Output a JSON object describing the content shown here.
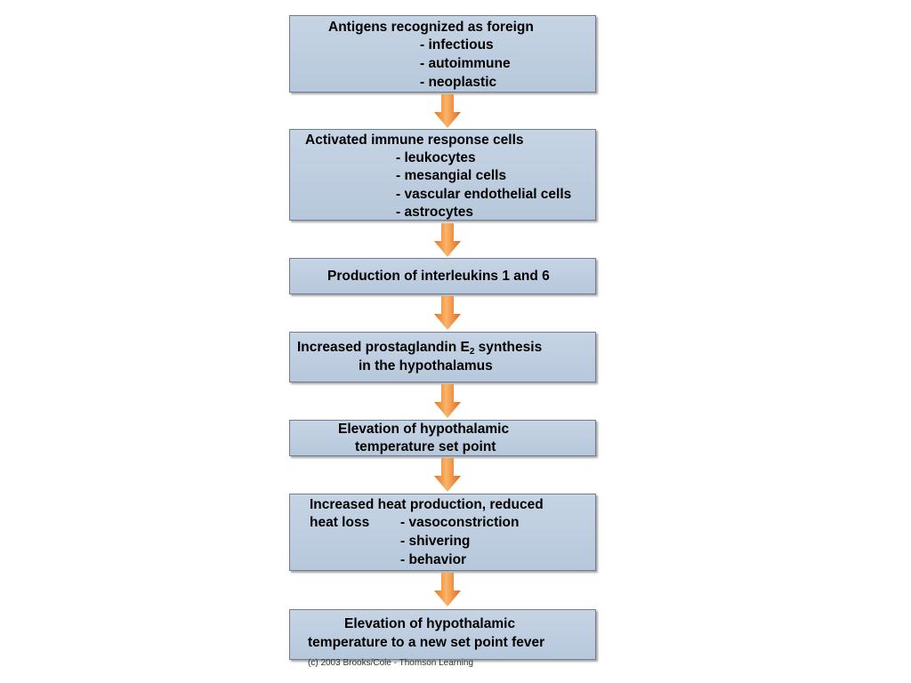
{
  "flowchart": {
    "step1": {
      "title": "Antigens recognized as foreign",
      "items": [
        "- infectious",
        "- autoimmune",
        "- neoplastic"
      ]
    },
    "step2": {
      "title": "Activated immune response cells",
      "items": [
        "- leukocytes",
        "- mesangial cells",
        "- vascular endothelial cells",
        "- astrocytes"
      ]
    },
    "step3": {
      "title": "Production of interleukins 1 and 6"
    },
    "step4": {
      "line1_pre": "Increased prostaglandin E",
      "line1_sub": "2",
      "line1_post": " synthesis",
      "line2": "in the hypothalamus"
    },
    "step5": {
      "line1": "Elevation of hypothalamic",
      "line2": "temperature set point"
    },
    "step6": {
      "line1": "Increased heat production, reduced",
      "line2_label": "heat loss",
      "items": [
        "- vasoconstriction",
        "- shivering",
        "- behavior"
      ]
    },
    "step7": {
      "line1": "Elevation of hypothalamic",
      "line2": "temperature to a new set point fever"
    },
    "credit": "(c) 2003 Brooks/Cole - Thomson Learning",
    "arrow_color": "#f08a24"
  }
}
